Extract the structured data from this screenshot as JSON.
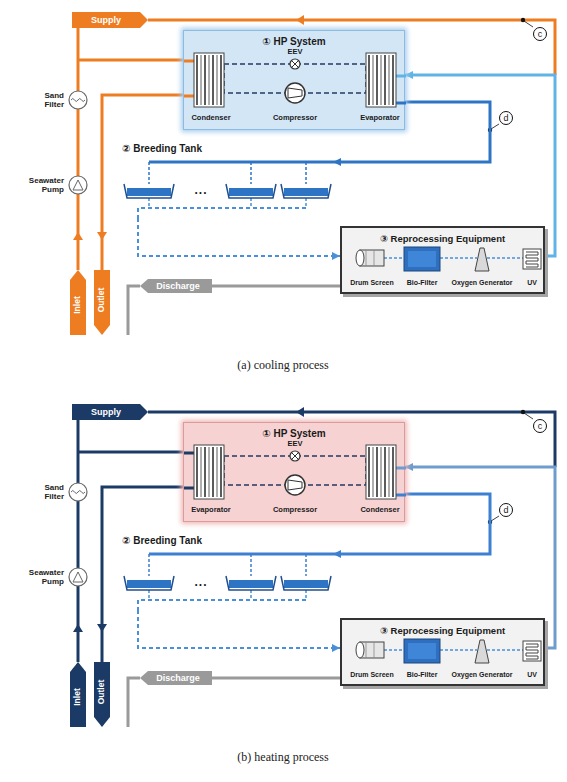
{
  "diagram": {
    "nodes": [
      {
        "text": [
          "① HP System"
        ]
      },
      {
        "text": [
          "② Breeding Tank"
        ]
      },
      {
        "text": [
          "③ Reprocessing Equipment"
        ]
      },
      {
        "text": [
          "① HP System"
        ]
      },
      {
        "text": [
          "② Breeding Tank"
        ]
      },
      {
        "text": [
          "③ Reprocessing Equipment"
        ]
      }
    ],
    "edges": [
      {
        "from": 0,
        "to": 1,
        "arrow": "to"
      },
      {
        "from": 1,
        "to": 2,
        "arrow": "to"
      },
      {
        "from": 2,
        "to": 0,
        "arrow": "to"
      },
      {
        "from": 3,
        "to": 4,
        "arrow": "to"
      },
      {
        "from": 4,
        "to": 5,
        "arrow": "to"
      },
      {
        "from": 5,
        "to": 3,
        "arrow": "to"
      }
    ],
    "labels": [
      "Supply",
      "c",
      "Sand Filter",
      "EEV",
      "d",
      "Condenser",
      "Compressor",
      "Evaporator",
      "Seawater Pump",
      "...",
      "Drum Screen",
      "Bio-Filter",
      "Oxygen Generator",
      "UV",
      "Discharge",
      "Inlet",
      "Outlet",
      "(a) cooling process",
      "Supply",
      "c",
      "Sand Filter",
      "EEV",
      "d",
      "Evaporator",
      "Compressor",
      "Condenser",
      "Seawater Pump",
      "...",
      "Drum Screen",
      "Bio-Filter",
      "Oxygen Generator",
      "UV",
      "Discharge",
      "Inlet",
      "Outlet",
      "(b) heating process"
    ]
  }
}
